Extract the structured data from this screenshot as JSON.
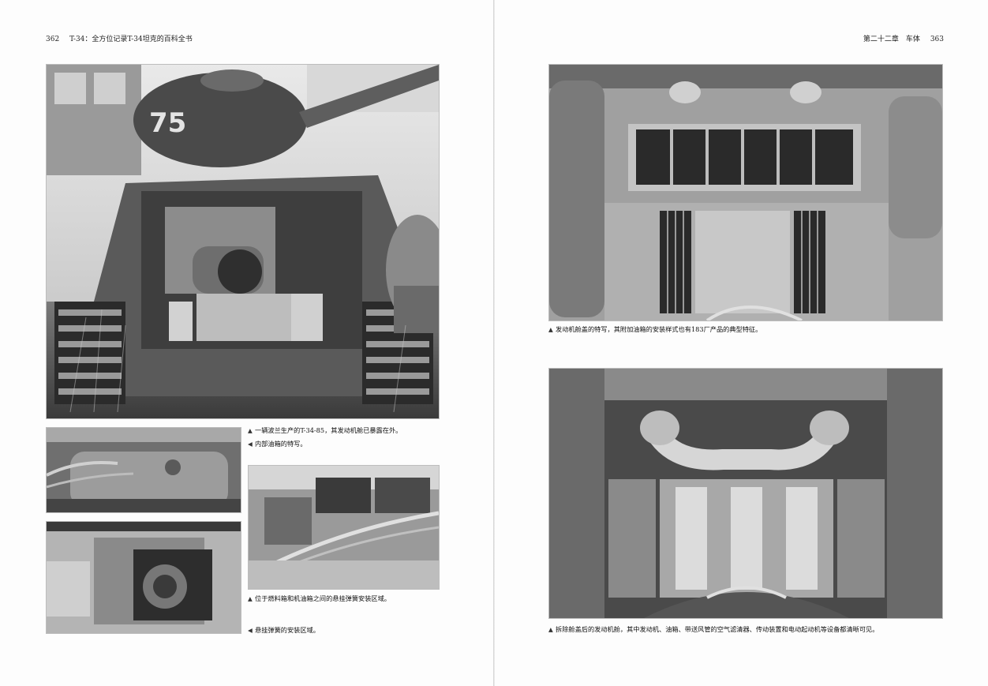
{
  "left_page": {
    "page_number": "362",
    "running_title": "T-34：全方位记录T-34坦克的百科全书",
    "captions": [
      {
        "marker": "▲",
        "text": "一辆波兰生产的T-34-85，其发动机舱已暴露在外。"
      },
      {
        "marker": "◀",
        "text": "内部油箱的特写。"
      },
      {
        "marker": "▲",
        "text": "位于燃料箱和机油箱之间的悬挂弹簧安装区域。"
      },
      {
        "marker": "◀",
        "text": "悬挂弹簧的安装区域。"
      }
    ],
    "photo_turret_number": "75"
  },
  "right_page": {
    "page_number": "363",
    "running_title": "第二十二章　车体",
    "captions": [
      {
        "marker": "▲",
        "text": "发动机舱盖的特写，其附加油箱的安装样式也有183厂产品的典型特征。"
      },
      {
        "marker": "▲",
        "text": "拆除舱盖后的发动机舱，其中发动机、油箱、带送风管的空气滤清器、传动装置和电动起动机等设备都清晰可见。"
      }
    ]
  }
}
